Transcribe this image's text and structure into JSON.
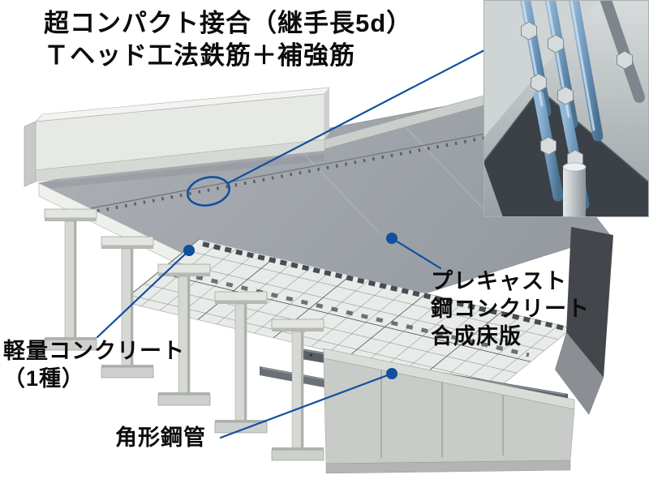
{
  "figure": {
    "title_line1": "超コンパクト接合（継手長5d）",
    "title_line2": "Ｔヘッド工法鉄筋＋補強筋"
  },
  "callouts": {
    "precast_line1": "プレキャスト",
    "precast_line2": "鋼コンクリート",
    "precast_line3": "合成床版",
    "lightweight_line1": "軽量コンクリート",
    "lightweight_line2": "（1種）",
    "square_pipe": "角形鋼管"
  },
  "colors": {
    "annotation_blue": "#10509e",
    "text": "#0c0c0c"
  }
}
